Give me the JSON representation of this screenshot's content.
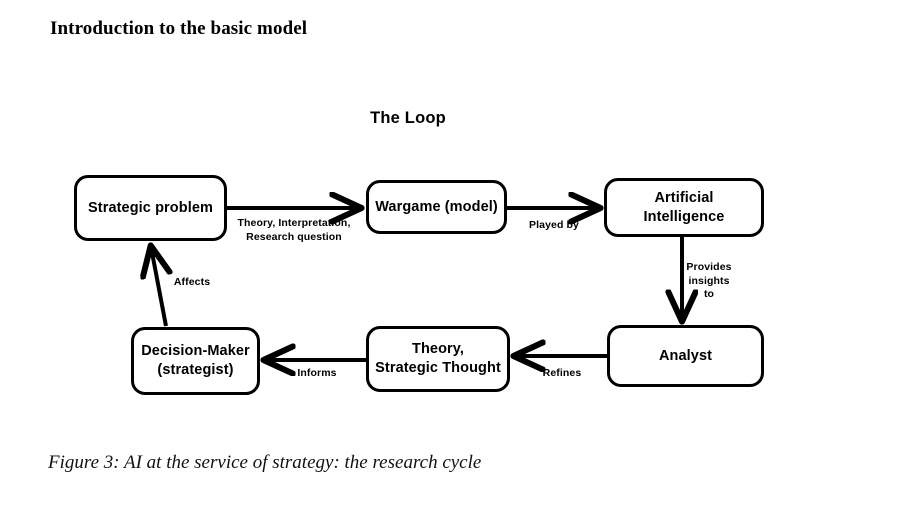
{
  "document": {
    "heading": "Introduction to the basic model",
    "caption": "Figure 3: AI at the service of strategy: the research cycle",
    "background_color": "#ffffff",
    "ink_color": "#000000"
  },
  "diagram": {
    "title": "The Loop",
    "nodes": [
      {
        "id": "strategic-problem",
        "label": "Strategic problem"
      },
      {
        "id": "wargame",
        "label": "Wargame (model)"
      },
      {
        "id": "ai",
        "label": "Artificial Intelligence"
      },
      {
        "id": "decision-maker",
        "label": "Decision-Maker\n(strategist)"
      },
      {
        "id": "theory",
        "label": "Theory,\nStrategic Thought"
      },
      {
        "id": "analyst",
        "label": "Analyst"
      }
    ],
    "edges": [
      {
        "id": "strategic-problem-to-wargame",
        "from": "strategic-problem",
        "to": "wargame",
        "label": "Theory, Interpretation,\nResearch question",
        "direction": "right"
      },
      {
        "id": "wargame-to-ai",
        "from": "wargame",
        "to": "ai",
        "label": "Played by",
        "direction": "right"
      },
      {
        "id": "ai-to-analyst",
        "from": "ai",
        "to": "analyst",
        "label": "Provides\ninsights\nto",
        "direction": "down"
      },
      {
        "id": "analyst-to-theory",
        "from": "analyst",
        "to": "theory",
        "label": "Refines",
        "direction": "left"
      },
      {
        "id": "theory-to-decision-maker",
        "from": "theory",
        "to": "decision-maker",
        "label": "Informs",
        "direction": "left"
      },
      {
        "id": "decision-maker-to-strategic-problem",
        "from": "decision-maker",
        "to": "strategic-problem",
        "label": "Affects",
        "direction": "up-left"
      }
    ]
  }
}
